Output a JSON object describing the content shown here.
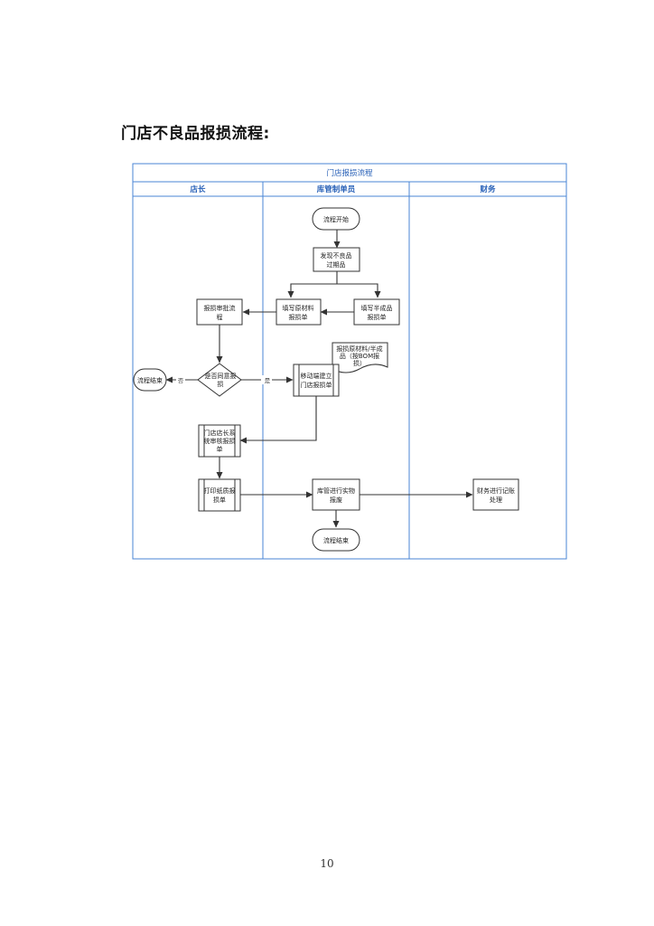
{
  "heading": "门店不良品报损流程:",
  "page_number": "10",
  "diagram": {
    "title": "门店报损流程",
    "lanes": [
      "店长",
      "库管制单员",
      "财务"
    ],
    "nodes": {
      "start": "流程开始",
      "discover": [
        "发现不良品",
        "过期品"
      ],
      "fill_raw": [
        "填写原材料",
        "报损单"
      ],
      "fill_semi": [
        "填写半成品",
        "报损单"
      ],
      "approve_flow": [
        "报损审批流",
        "程"
      ],
      "decision": [
        "是否同意报",
        "损"
      ],
      "end_left": "流程结束",
      "document": [
        "报损原材料/半成",
        "品（按BOM报",
        "损）"
      ],
      "move_create": [
        "移动端建立",
        "门店报损单"
      ],
      "review": [
        "门店店长系",
        "统审核报损",
        "单"
      ],
      "print": [
        "打印纸质报",
        "损单"
      ],
      "warehouse": [
        "库管进行实物",
        "报废"
      ],
      "finance": [
        "财务进行记账",
        "处理"
      ],
      "end_bottom": "流程结束"
    },
    "edge_labels": {
      "no": "否",
      "yes": "是"
    },
    "colors": {
      "lane_border": "#4a86d6",
      "lane_text": "#2a62b8",
      "stroke": "#333333"
    }
  }
}
